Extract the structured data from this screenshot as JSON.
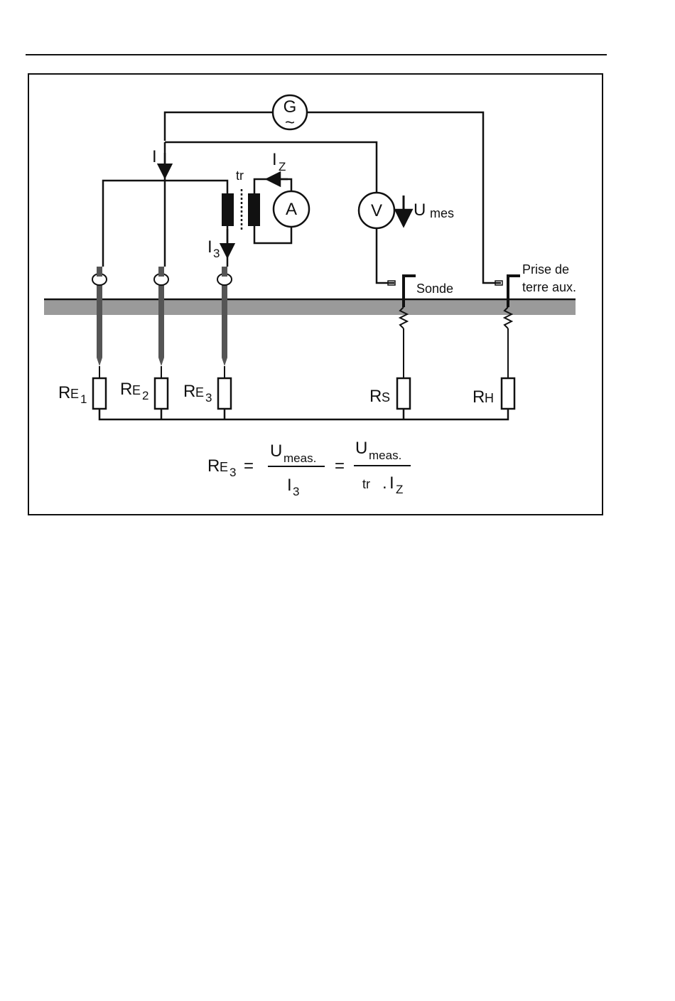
{
  "labels": {
    "generator": "G",
    "generator_symbol": "~",
    "current_main": "I",
    "current_z": "I",
    "current_z_sub": "Z",
    "transformer": "tr",
    "ammeter": "A",
    "voltmeter": "V",
    "voltage": "U",
    "voltage_sub": "mes",
    "current_3": "I",
    "current_3_sub": "3",
    "probe": "Sonde",
    "aux_earth_line1": "Prise de",
    "aux_earth_line2": "terre aux.",
    "res_e1": "R",
    "res_e1_sub": "E",
    "res_e1_idx": "1",
    "res_e2": "R",
    "res_e2_sub": "E",
    "res_e2_idx": "2",
    "res_e3": "R",
    "res_e3_sub": "E",
    "res_e3_idx": "3",
    "res_s": "R",
    "res_s_sub": "S",
    "res_h": "R",
    "res_h_sub": "H"
  },
  "formula": {
    "lhs": "R",
    "lhs_sub": "E",
    "lhs_idx": "3",
    "eq1": "=",
    "num1": "U",
    "num1_sub": "meas.",
    "den1": "I",
    "den1_sub": "3",
    "eq2": "=",
    "num2": "U",
    "num2_sub": "meas.",
    "den2_tr": "tr",
    "den2_dot": ".",
    "den2_i": "I",
    "den2_sub": "Z"
  },
  "colors": {
    "line": "#111111",
    "ground": "#9a9a9a",
    "rod": "#555555"
  }
}
